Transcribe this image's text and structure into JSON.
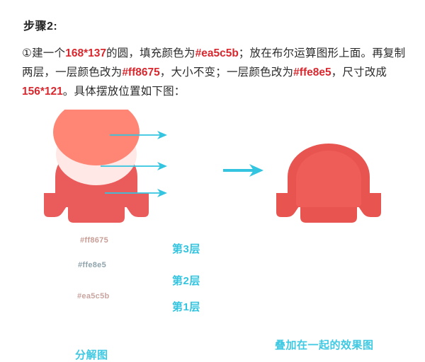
{
  "heading": {
    "title": "步骤2:"
  },
  "instructions": {
    "marker": "①",
    "seg1": "建一个",
    "size1": "168*137",
    "seg2": "的圆，填充颜色为",
    "color1": "#ea5c5b",
    "seg3": "；放在布尔运算图形上面。再复制两层，一层颜色改为",
    "color2": "#ff8675",
    "seg4": "，大小不变；一层颜色改为",
    "color3": "#ffe8e5",
    "seg5": "，尺寸改成",
    "size2": "156*121",
    "seg6": "。具体摆放位置如下图："
  },
  "diagram": {
    "shape_labels": {
      "layer3": "#ff8675",
      "layer2": "#ffe8e5",
      "layer1": "#ea5c5b"
    },
    "layer_callouts": {
      "layer3": "第3层",
      "layer2": "第2层",
      "layer1": "第1层"
    },
    "captions": {
      "left": "分解图",
      "right": "叠加在一起的效果图"
    },
    "colors": {
      "layer1_red": "#ea5c5b",
      "layer3_salmon": "#ff8675",
      "layer2_pale": "#ffe8e5",
      "accent_cyan": "#33c4e0",
      "highlight_red": "#d9272e",
      "text_dark": "#2b2b2b"
    }
  }
}
